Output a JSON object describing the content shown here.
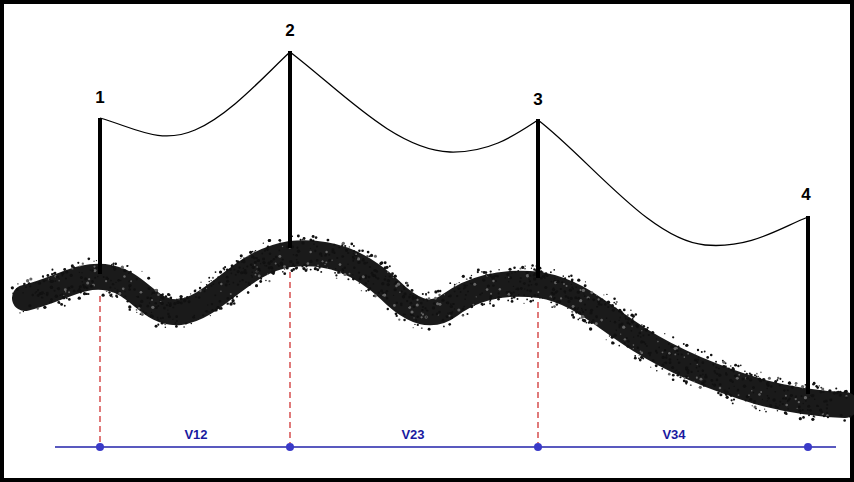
{
  "diagram": {
    "labels": [
      "1",
      "2",
      "3",
      "4",
      "V12",
      "V23",
      "V34"
    ]
  }
}
